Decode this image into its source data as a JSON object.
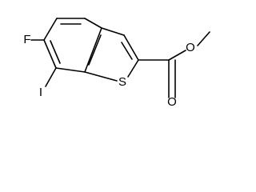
{
  "molecule": {
    "atoms": {
      "fluorine": "F",
      "iodine": "I",
      "sulfur": "S",
      "carbonyl_oxygen": "O",
      "ester_oxygen": "O"
    }
  }
}
